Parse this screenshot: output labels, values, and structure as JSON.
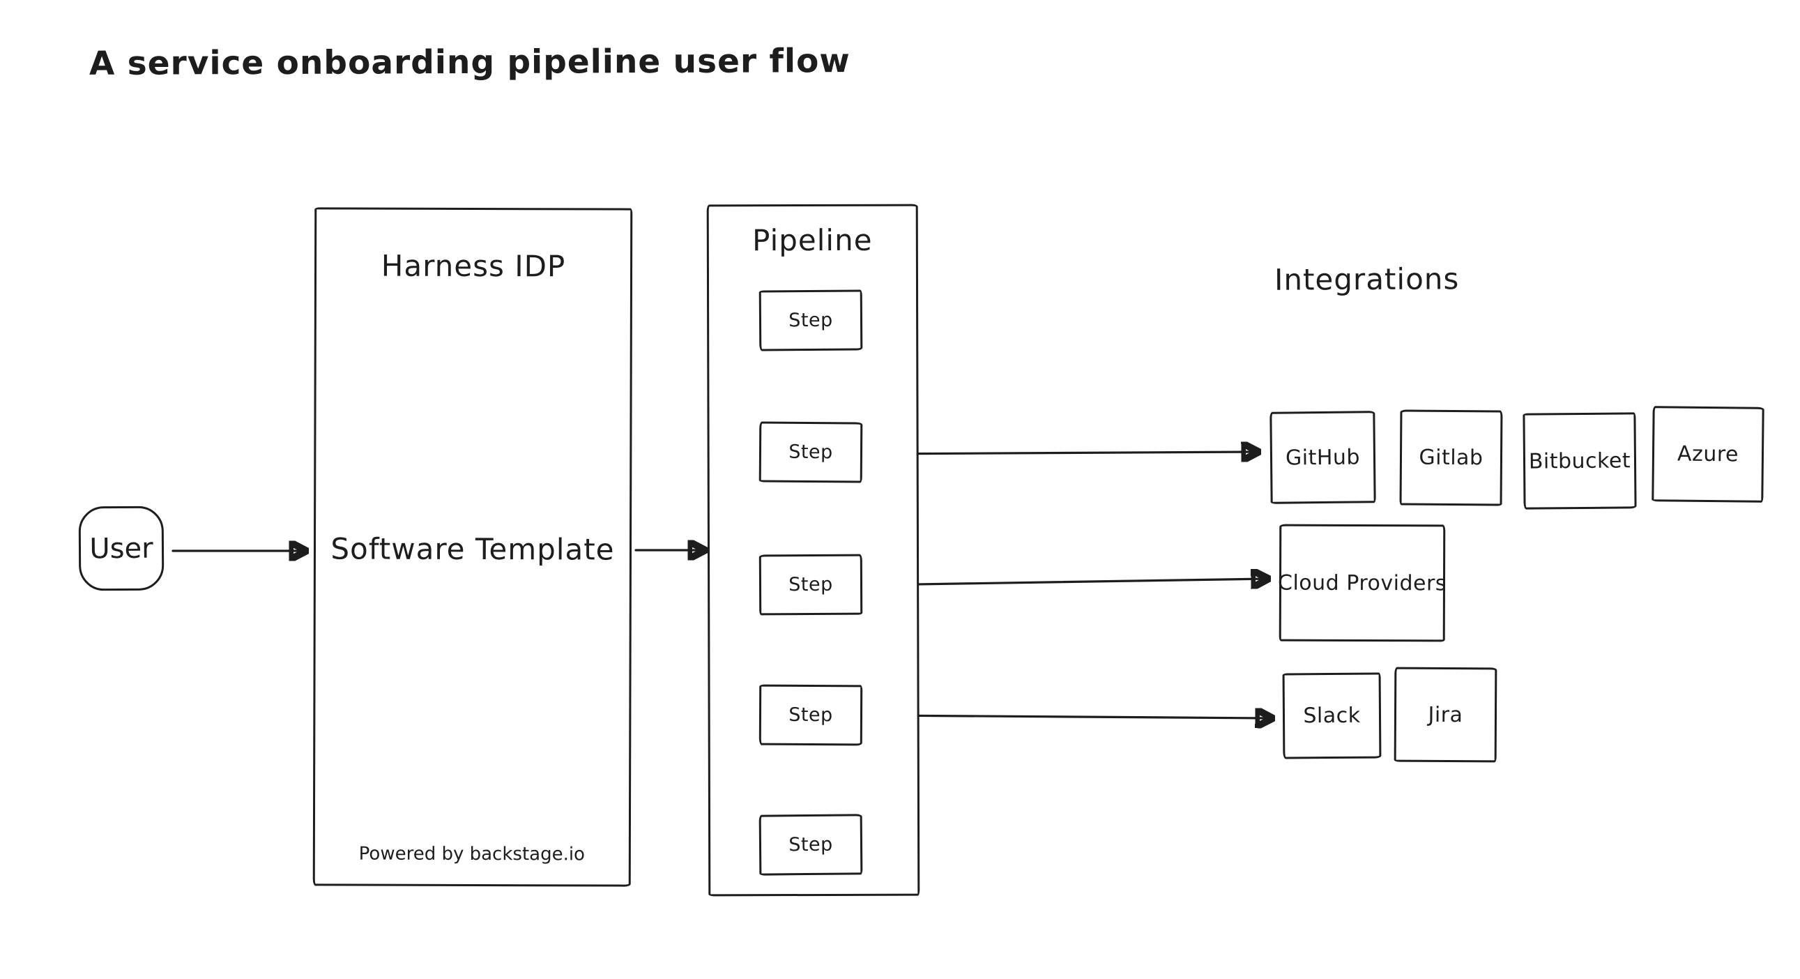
{
  "title": "A service onboarding pipeline user flow",
  "colors": {
    "stroke": "#1d1d1d",
    "background": "#ffffff"
  },
  "nodes": {
    "user": {
      "label": "User"
    },
    "harness": {
      "title": "Harness IDP",
      "body": "Software Template",
      "footer": "Powered by backstage.io"
    },
    "pipeline": {
      "title": "Pipeline",
      "steps": [
        {
          "label": "Step"
        },
        {
          "label": "Step"
        },
        {
          "label": "Step"
        },
        {
          "label": "Step"
        },
        {
          "label": "Step"
        }
      ]
    },
    "integrations": {
      "header": "Integrations",
      "scm": [
        {
          "label": "GitHub"
        },
        {
          "label": "Gitlab"
        },
        {
          "label": "Bitbucket"
        },
        {
          "label": "Azure"
        }
      ],
      "cloud": {
        "label": "Cloud Providers"
      },
      "collab": [
        {
          "label": "Slack"
        },
        {
          "label": "Jira"
        }
      ]
    }
  },
  "edges": [
    {
      "from": "User",
      "to": "Software Template"
    },
    {
      "from": "Software Template",
      "to": "Pipeline"
    },
    {
      "from": "Step 1",
      "to": "Step 2"
    },
    {
      "from": "Step 2",
      "to": "Step 3"
    },
    {
      "from": "Step 3",
      "to": "Step 4"
    },
    {
      "from": "Step 4",
      "to": "Step 5"
    },
    {
      "from": "Step 2",
      "to": "GitHub"
    },
    {
      "from": "Step 3",
      "to": "Cloud Providers"
    },
    {
      "from": "Step 4",
      "to": "Slack"
    }
  ]
}
